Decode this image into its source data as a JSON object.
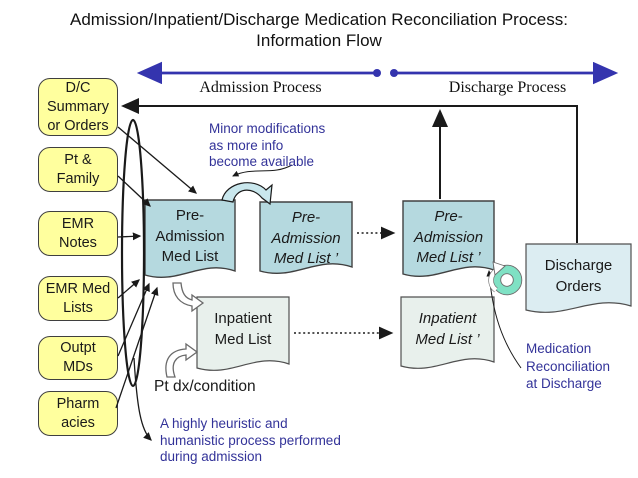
{
  "title": {
    "text": "Admission/Inpatient/Discharge Medication Reconciliation Process:\nInformation Flow"
  },
  "timeline": {
    "admission": "Admission Process",
    "discharge": "Discharge Process"
  },
  "sources": [
    {
      "label": "D/C\nSummary\nor Orders"
    },
    {
      "label": "Pt &\nFamily"
    },
    {
      "label": "EMR\nNotes"
    },
    {
      "label": "EMR Med\nLists"
    },
    {
      "label": "Outpt\nMDs"
    },
    {
      "label": "Pharm\nacies"
    }
  ],
  "documents": {
    "pre_admission": {
      "label": "Pre-\nAdmission\nMed List"
    },
    "pre_admission_rev1": {
      "label": "Pre-\nAdmission\nMed List ’"
    },
    "pre_admission_rev2": {
      "label": "Pre-\nAdmission\nMed List ’"
    },
    "inpatient": {
      "label": "Inpatient\nMed List"
    },
    "inpatient_rev": {
      "label": "Inpatient\nMed List ’"
    },
    "discharge_orders": {
      "label": "Discharge\nOrders"
    }
  },
  "annotations": {
    "minor_modifications": "Minor modifications\nas more info\nbecome available",
    "pt_dx_condition": "Pt dx/condition",
    "heuristic_process": "A highly heuristic and\nhumanistic process performed\nduring admission",
    "med_rec_discharge": "Medication\nReconciliation\nat Discharge"
  },
  "colors": {
    "accent_blue": "#3434AE",
    "annotation_blue": "#333399",
    "ink": "#1A1A1A",
    "box_yellow": "#FFFF9E",
    "box_border": "#3F3F3F",
    "doc_teal": "#B5D9DF",
    "doc_pale": "#E8F0EC",
    "doc_discharge": "#DCEDF2",
    "mint": "#7FE1C4"
  }
}
